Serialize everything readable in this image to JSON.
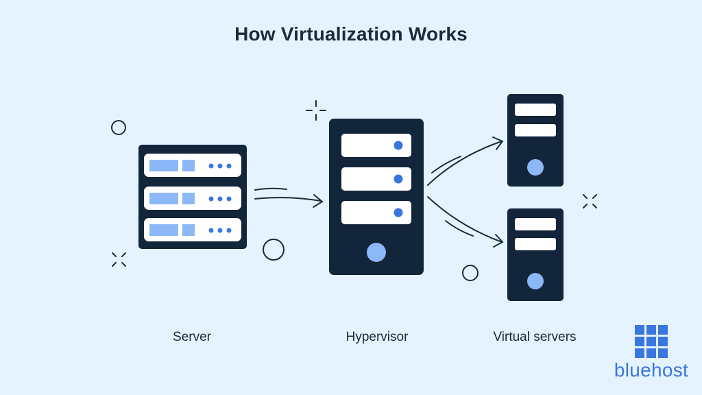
{
  "title": "How Virtualization Works",
  "nodes": {
    "server": {
      "label": "Server"
    },
    "hypervisor": {
      "label": "Hypervisor"
    },
    "virtual_servers": {
      "label": "Virtual servers"
    }
  },
  "brand": {
    "name": "bluehost",
    "logo_icon": "grid-logo-icon"
  },
  "colors": {
    "background": "#e4f3fd",
    "navy": "#13253a",
    "light_blue": "#8db8f7",
    "accent_blue": "#3a76e0",
    "panel": "#ffffff"
  }
}
